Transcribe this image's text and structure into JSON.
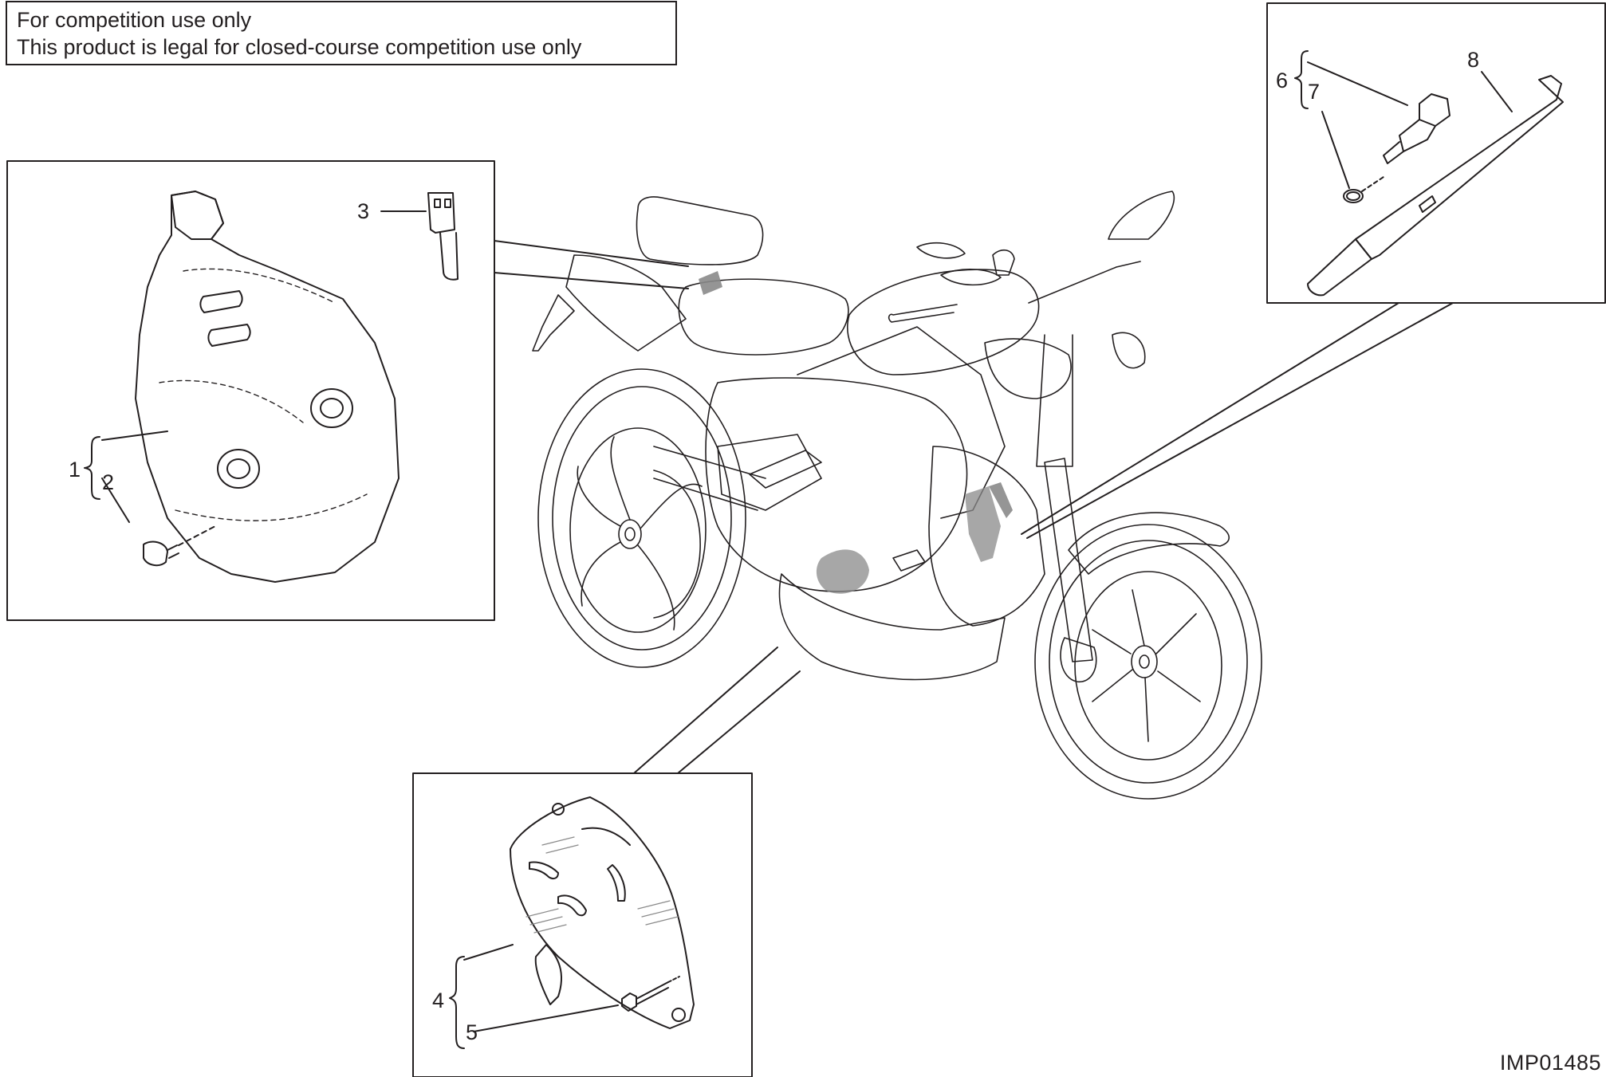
{
  "notice": {
    "line1": "For competition use only",
    "line2": "This product is legal for closed-course competition use only"
  },
  "callouts": {
    "c1": "1",
    "c2": "2",
    "c3": "3",
    "c4": "4",
    "c5": "5",
    "c6": "6",
    "c7": "7",
    "c8": "8"
  },
  "drawing_code": "IMP01485",
  "colors": {
    "line": "#231f20",
    "shade": "#8a8a8a",
    "background": "#ffffff"
  }
}
